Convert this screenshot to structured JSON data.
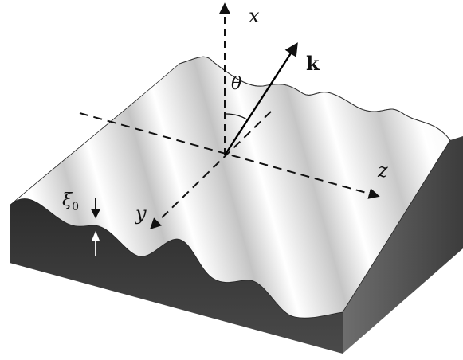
{
  "labels": {
    "x_axis": "x",
    "y_axis": "y",
    "z_axis": "z",
    "wave_vector": "k",
    "angle": "θ",
    "amplitude_symbol": "ξ",
    "amplitude_subscript": "0"
  },
  "colors": {
    "background": "#ffffff",
    "surface_light": "#ffffff",
    "surface_trough": "#bdbdbd",
    "side_front": "#3a3a3a",
    "side_right": "#5a5a5a",
    "axis_line": "#111111",
    "wave_vector": "#000000",
    "amplitude_arrow_top": "#000000",
    "amplitude_arrow_bottom": "#ffffff"
  },
  "figure": {
    "description_free": true
  }
}
